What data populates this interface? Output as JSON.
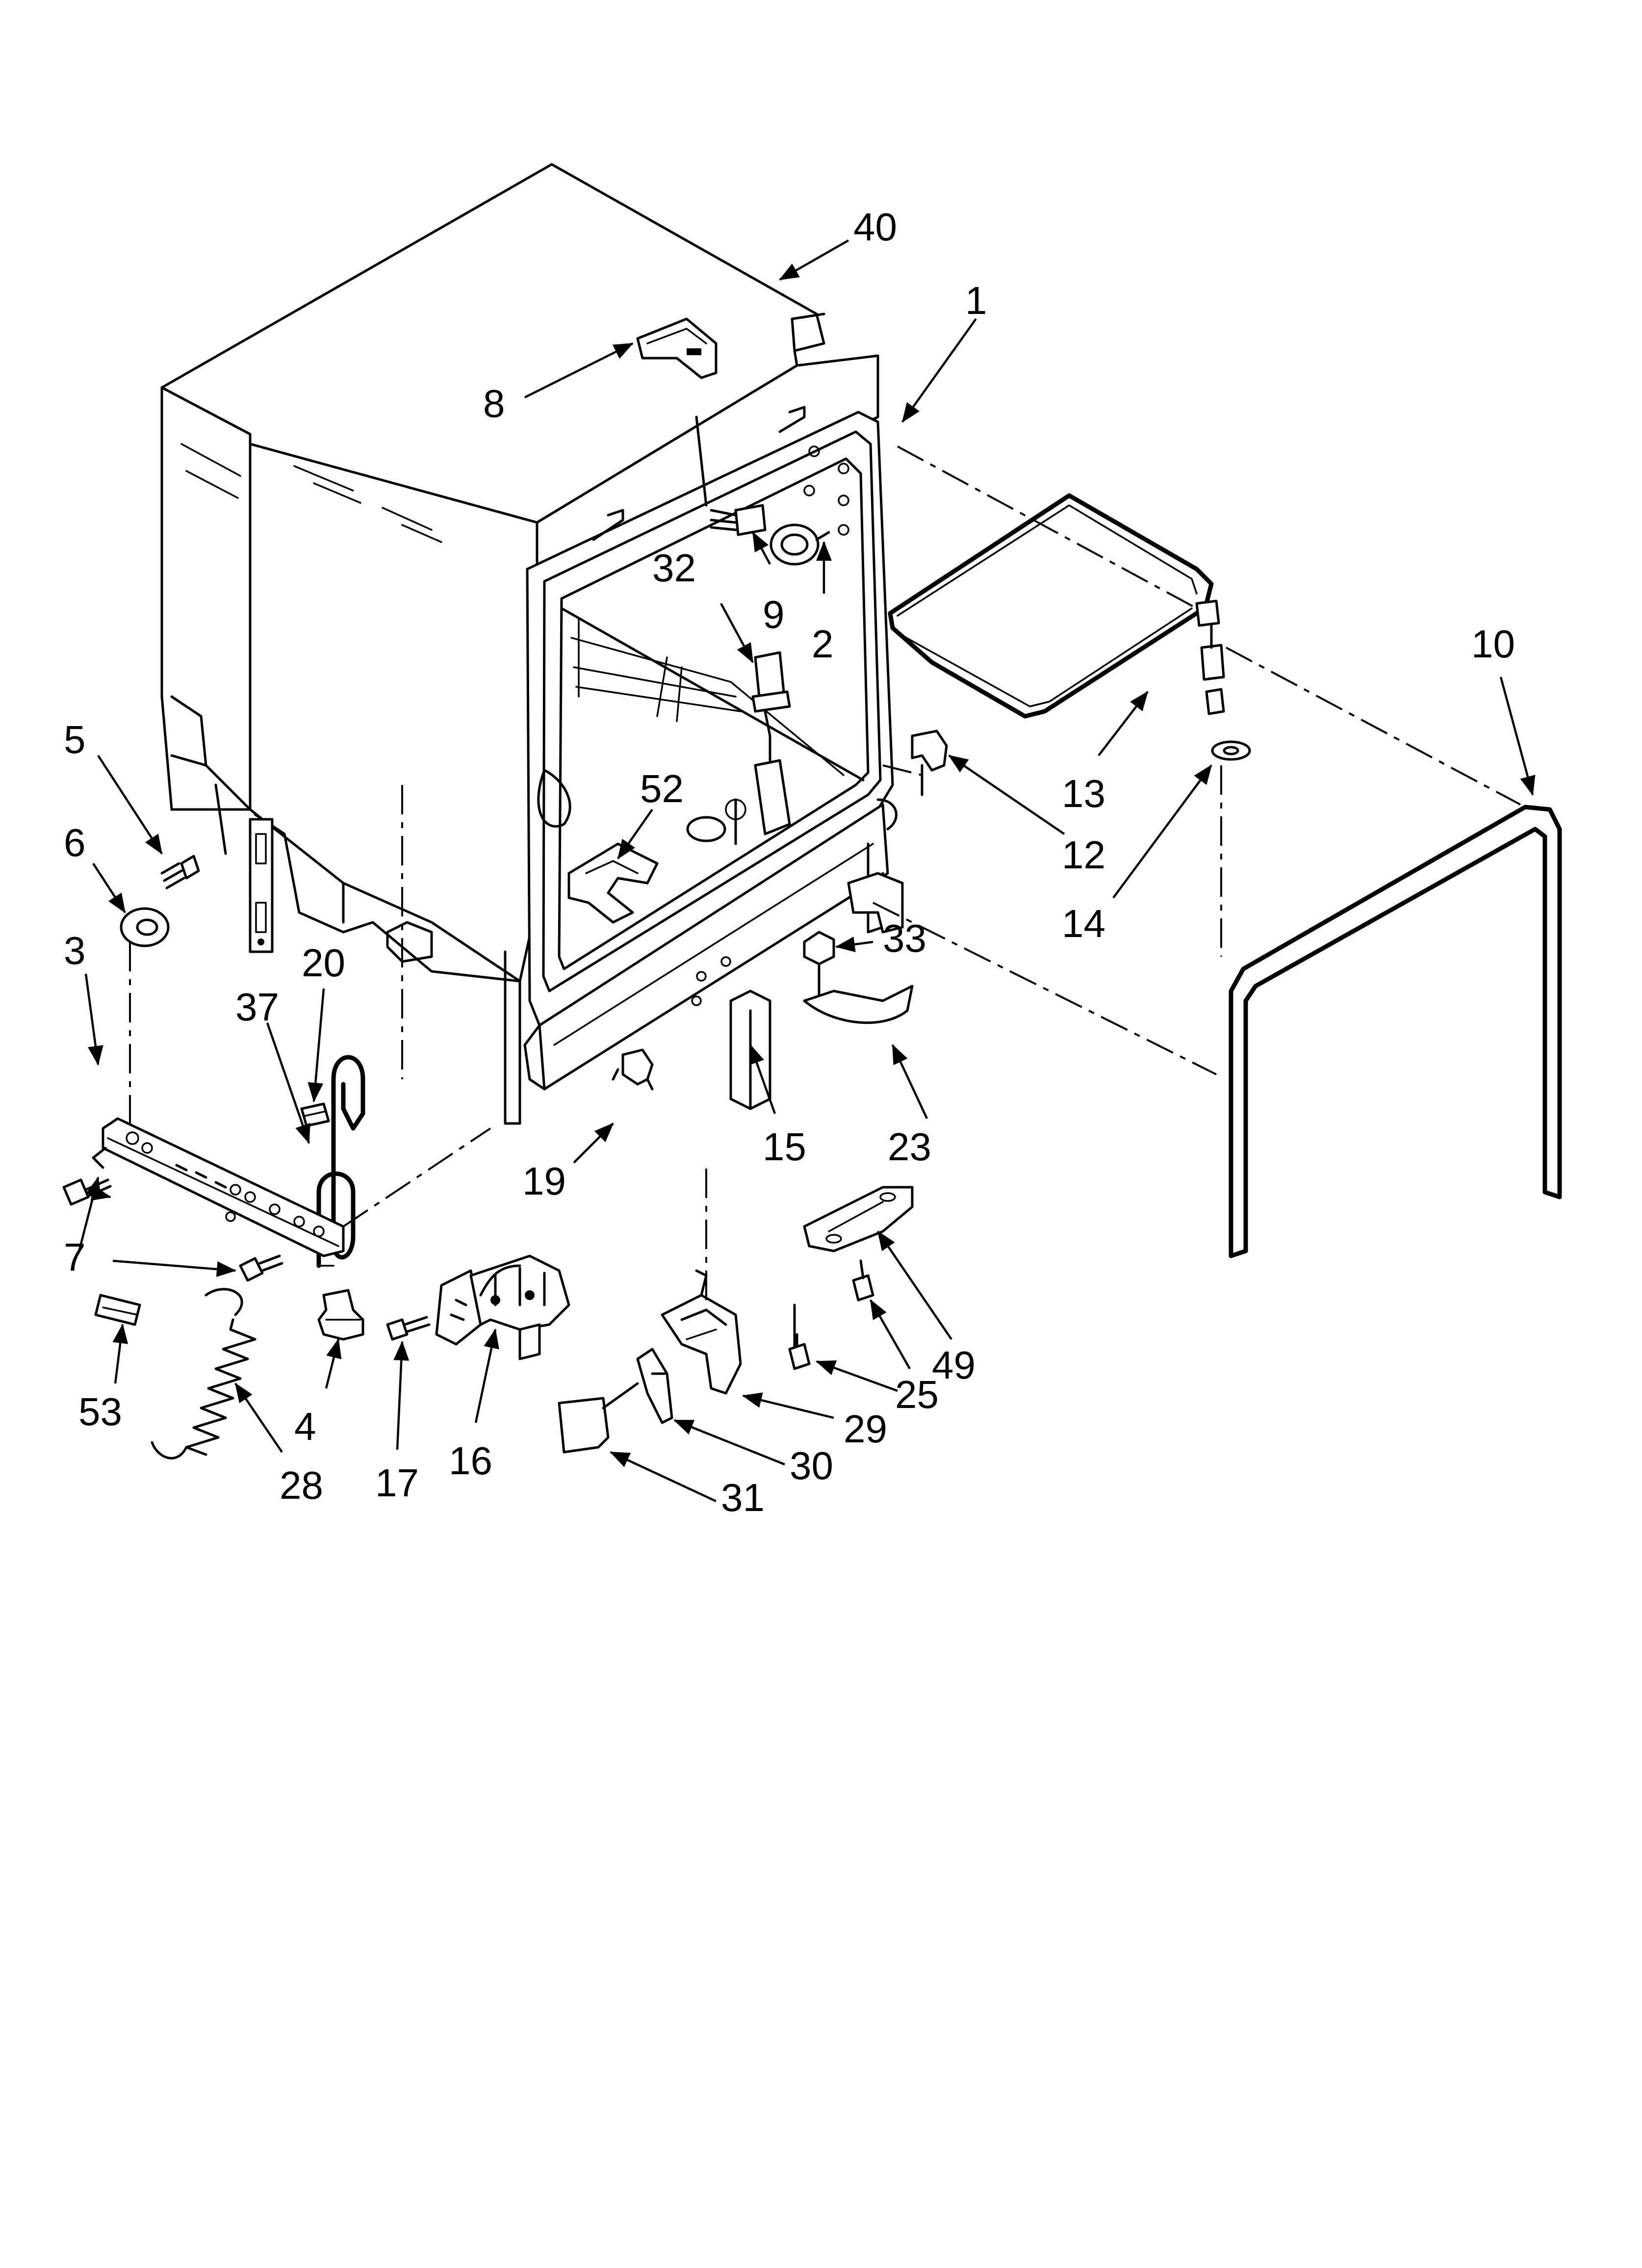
{
  "callouts": {
    "c40": "40",
    "c1": "1",
    "c8": "8",
    "c9": "9",
    "c2": "2",
    "c32": "32",
    "c10": "10",
    "c5": "5",
    "c6": "6",
    "c52": "52",
    "c13": "13",
    "c12": "12",
    "c3": "3",
    "c14": "14",
    "c20": "20",
    "c33": "33",
    "c37": "37",
    "c15": "15",
    "c23": "23",
    "c19": "19",
    "c7": "7",
    "c49": "49",
    "c25": "25",
    "c29": "29",
    "c53": "53",
    "c4": "4",
    "c28": "28",
    "c17": "17",
    "c16": "16",
    "c30": "30",
    "c31": "31"
  }
}
